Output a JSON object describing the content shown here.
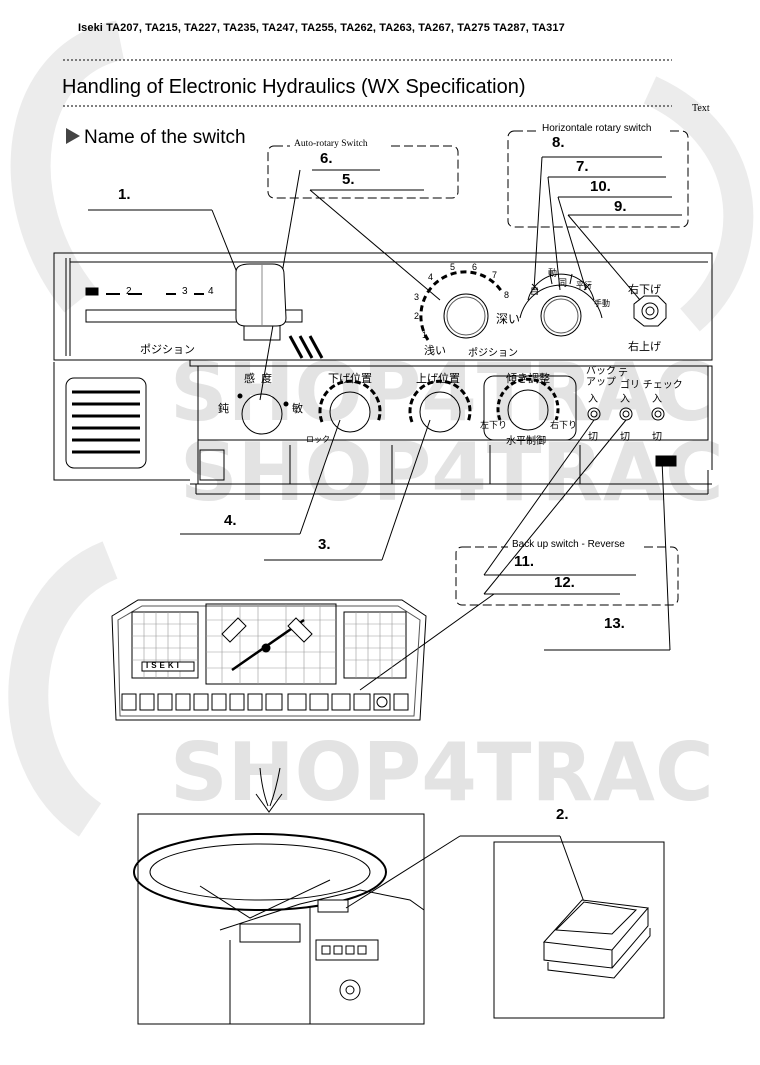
{
  "header": {
    "models": "Iseki TA207, TA215, TA227, TA235, TA247, TA255, TA262, TA263, TA267, TA275 TA287, TA317"
  },
  "title": "Handling of Electronic Hydraulics (WX Specification)",
  "side_text": "Text",
  "section": "Name of the switch",
  "groups": {
    "auto_rotary": "Auto-rotary Switch",
    "horizontal_rotary": "Horizontale rotary switch",
    "backup": "Back up switch - Reverse"
  },
  "callouts": {
    "n1": "1.",
    "n2": "2.",
    "n3": "3.",
    "n4": "4.",
    "n5": "5.",
    "n6": "6.",
    "n7": "7.",
    "n8": "8.",
    "n9": "9.",
    "n10": "10.",
    "n11": "11.",
    "n12": "12.",
    "n13": "13."
  },
  "panel_labels": {
    "position": "ポジション",
    "sensitivity": "感度",
    "blunt": "鈍",
    "sharp": "敏",
    "lower_pos": "下げ位置",
    "upper_pos": "上げ位置",
    "lock": "ロック",
    "tilt_adjust": "傾き調整",
    "left_down": "左下り",
    "right_down": "右下り",
    "horizontal_ctrl": "水平制御",
    "deep": "深い",
    "shallow": "浅い",
    "dial_position": "ポジション",
    "right_down2": "右下げ",
    "right_up": "右上げ",
    "backup_label": "バック アップ",
    "tee": "テ",
    "gori_check": "ゴリ チェック",
    "on": "入",
    "off": "切",
    "auto": "自",
    "move": "動",
    "sync": "同",
    "parallel": "平行",
    "manual": "手動",
    "depth_nums": [
      "1",
      "2",
      "3",
      "4",
      "5",
      "6",
      "7",
      "8"
    ],
    "lever_nums": [
      "2",
      "3",
      "4"
    ]
  },
  "watermark": "SHOP4TRAC",
  "badge": "ISEKI"
}
